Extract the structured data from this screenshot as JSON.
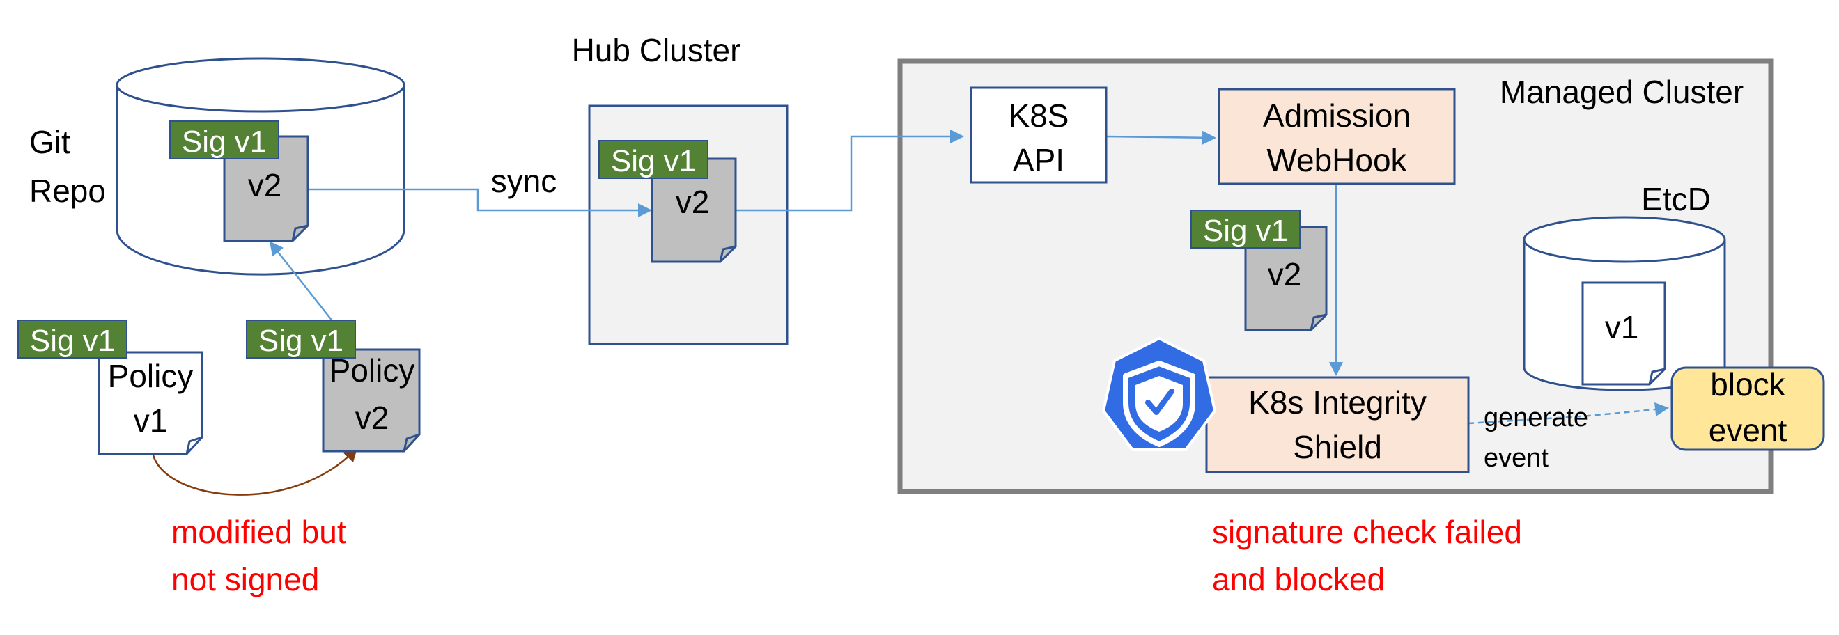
{
  "labels": {
    "git_repo_line1": "Git",
    "git_repo_line2": "Repo",
    "hub_cluster": "Hub Cluster",
    "managed_cluster": "Managed Cluster",
    "etcd": "EtcD",
    "sync": "sync",
    "generate_line1": "generate",
    "generate_line2": "event"
  },
  "docs": {
    "sig": "Sig v1",
    "v2": "v2",
    "v1": "v1",
    "policy": "Policy"
  },
  "components": {
    "k8s_api_line1": "K8S",
    "k8s_api_line2": "API",
    "webhook_line1": "Admission",
    "webhook_line2": "WebHook",
    "shield_line1": "K8s Integrity",
    "shield_line2": "Shield",
    "block_line1": "block",
    "block_line2": "event"
  },
  "notes": {
    "modified_line1": "modified but",
    "modified_line2": "not signed",
    "failed_line1": "signature check failed",
    "failed_line2": "and blocked"
  },
  "colors": {
    "arrow": "#5b9bd5",
    "box_border": "#2f528f",
    "sig_fill": "#548235",
    "component_fill": "#fbe5d6",
    "block_fill": "#ffe699",
    "block_border": "#bf9000",
    "cluster_fill": "#f2f2f2",
    "cluster_border": "#7f7f7f",
    "doc_gray": "#bfbfbf",
    "curve": "#843c0c",
    "note_red": "#ff0000",
    "k8s_blue": "#326ce5"
  }
}
